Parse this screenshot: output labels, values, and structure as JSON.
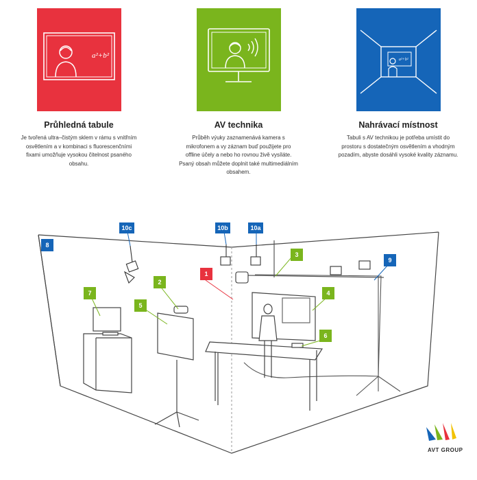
{
  "features": [
    {
      "title": "Průhledná tabule",
      "text": "Je tvořená ultra–čistým sklem v rámu s vnitřním osvětlením a v kombinaci s fluorescenčními fixami umožňuje vysokou čitelnost psaného obsahu.",
      "icon": "person-board-icon",
      "color": "#e8323e",
      "formula": "a²+b²"
    },
    {
      "title": "AV technika",
      "text": "Průběh výuky zaznamenává kamera s mikrofonem a vy záznam buď použijete pro offline účely a nebo ho rovnou živě vysíláte. Psaný obsah můžete doplnit také multimediálním obsahem.",
      "icon": "monitor-presenter-icon",
      "color": "#7ab51d"
    },
    {
      "title": "Nahrávací místnost",
      "text": "Tabuli s AV technikou je potřeba umístit do prostoru s dostatečným osvětlením a vhodným pozadím, abyste dosáhli vysoké kvality záznamu.",
      "icon": "room-perspective-icon",
      "color": "#1565b8",
      "formula": "a²+b²"
    }
  ],
  "diagram": {
    "badges": [
      {
        "label": "10c",
        "color": "#1565b8"
      },
      {
        "label": "10b",
        "color": "#1565b8"
      },
      {
        "label": "10a",
        "color": "#1565b8"
      },
      {
        "label": "8",
        "color": "#1565b8"
      },
      {
        "label": "1",
        "color": "#e8323e"
      },
      {
        "label": "2",
        "color": "#7ab51d"
      },
      {
        "label": "3",
        "color": "#7ab51d"
      },
      {
        "label": "4",
        "color": "#7ab51d"
      },
      {
        "label": "5",
        "color": "#7ab51d"
      },
      {
        "label": "6",
        "color": "#7ab51d"
      },
      {
        "label": "7",
        "color": "#7ab51d"
      },
      {
        "label": "9",
        "color": "#1565b8"
      }
    ]
  },
  "logo": {
    "text": "AVT GROUP",
    "colors": [
      "#1565b8",
      "#7ab51d",
      "#e8323e",
      "#f2c200"
    ]
  }
}
